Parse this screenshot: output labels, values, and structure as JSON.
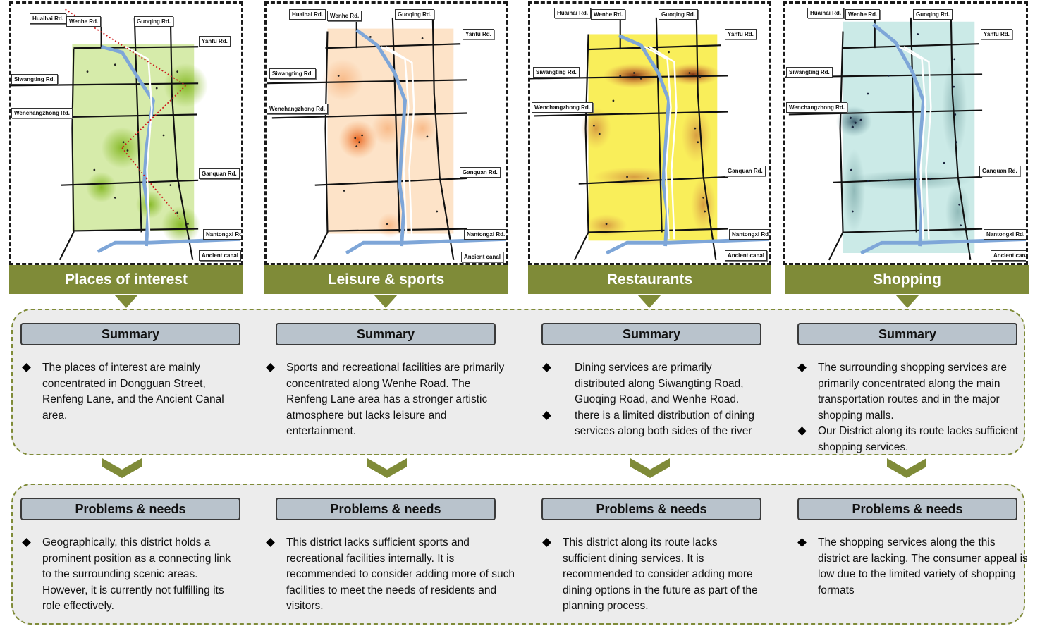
{
  "roads": {
    "huaihai": "Huaihai Rd.",
    "wenhe": "Wenhe Rd.",
    "guoqing": "Guoqing Rd.",
    "yanfu": "Yanfu Rd.",
    "siwangting": "Siwangting Rd.",
    "wenchangzhong": "Wenchangzhong Rd.",
    "ganquan": "Ganquan Rd.",
    "nantongxi": "Nantongxi Rd.",
    "canal": "Ancient canal"
  },
  "colors": {
    "banner": "#7f8b38",
    "river": "#7ea6d8",
    "roads": "#111111",
    "panel_bg": [
      "#c4e08a",
      "#fde0c2",
      "#f9ee5a",
      "#cce9e6"
    ]
  },
  "categories": [
    {
      "title": "Places of interest",
      "summary_header": "Summary",
      "summary": [
        "The places of interest are mainly concentrated in Dongguan Street, Renfeng Lane, and the Ancient Canal area."
      ],
      "problems_header": "Problems & needs",
      "problems": [
        "Geographically, this district holds a prominent position as a connecting link to the surrounding scenic areas. However, it is currently not fulfilling its role effectively."
      ]
    },
    {
      "title": "Leisure & sports",
      "summary_header": "Summary",
      "summary": [
        "Sports and recreational facilities are primarily concentrated along Wenhe Road. The Renfeng Lane area has a stronger artistic atmosphere but lacks leisure and entertainment."
      ],
      "problems_header": "Problems & needs",
      "problems": [
        "This district lacks sufficient sports and recreational facilities internally. It is recommended to consider adding more of such facilities to meet the needs of residents and visitors."
      ]
    },
    {
      "title": "Restaurants",
      "summary_header": "Summary",
      "summary": [
        "Dining services are primarily distributed along Siwangting Road, Guoqing Road, and Wenhe Road.",
        "there is a limited distribution of dining services along both sides of the river"
      ],
      "problems_header": "Problems & needs",
      "problems": [
        "This district along its route lacks sufficient dining services. It is recommended to consider adding more dining options in the future as part of the planning process."
      ]
    },
    {
      "title": "Shopping",
      "summary_header": "Summary",
      "summary": [
        "The surrounding shopping services are primarily concentrated along the main transportation routes and in the major shopping malls.",
        "Our District along its route lacks sufficient shopping services."
      ],
      "problems_header": "Problems & needs",
      "problems": [
        "The shopping services along the this district are lacking. The consumer appeal is low due to the limited variety of shopping formats"
      ]
    }
  ]
}
